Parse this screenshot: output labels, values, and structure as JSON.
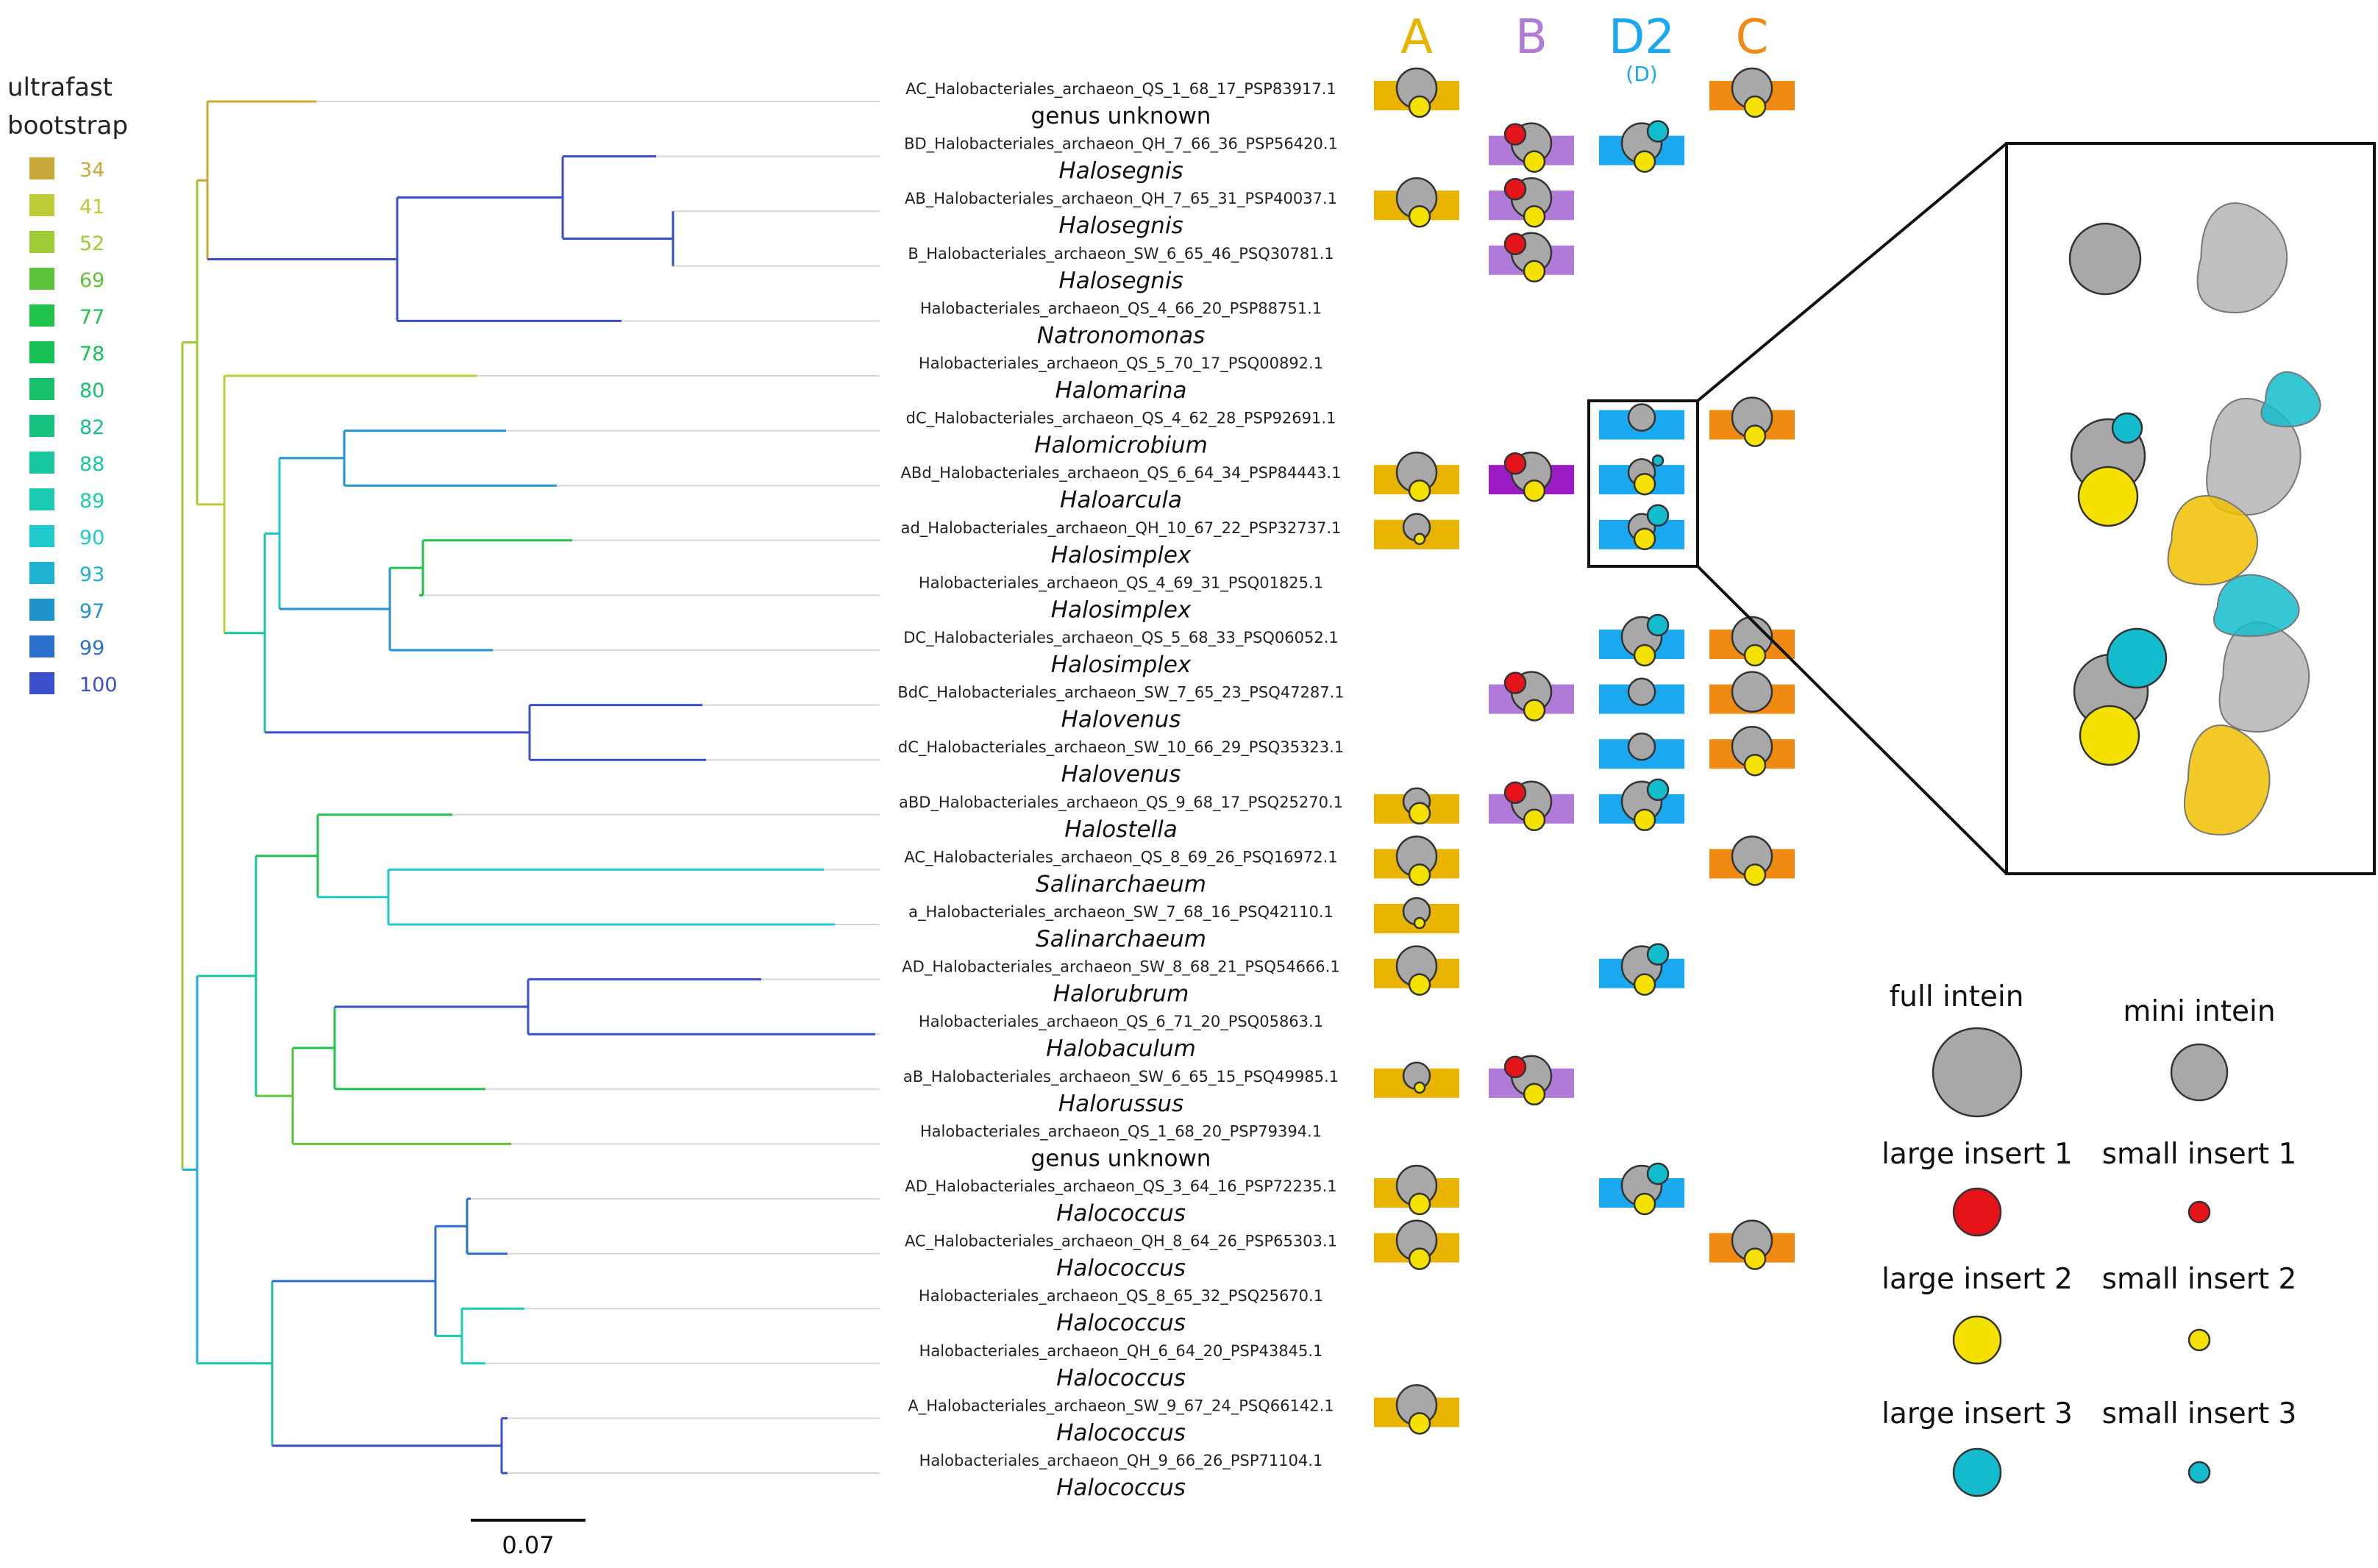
{
  "legend": {
    "title_line1": "ultrafast",
    "title_line2": "bootstrap",
    "items": [
      {
        "value": "34",
        "color": "#c9a93a"
      },
      {
        "value": "41",
        "color": "#bccb36"
      },
      {
        "value": "52",
        "color": "#9ccb36"
      },
      {
        "value": "69",
        "color": "#5cc43a"
      },
      {
        "value": "77",
        "color": "#1fc24a"
      },
      {
        "value": "78",
        "color": "#18c155"
      },
      {
        "value": "80",
        "color": "#17c16a"
      },
      {
        "value": "82",
        "color": "#17c281"
      },
      {
        "value": "88",
        "color": "#19c79f"
      },
      {
        "value": "89",
        "color": "#1bccb3"
      },
      {
        "value": "90",
        "color": "#1fc9cc"
      },
      {
        "value": "93",
        "color": "#1fb0d2"
      },
      {
        "value": "97",
        "color": "#2193cc"
      },
      {
        "value": "99",
        "color": "#2a6fcb"
      },
      {
        "value": "100",
        "color": "#3a4fcc"
      }
    ]
  },
  "columns": [
    {
      "key": "A",
      "label": "A",
      "color": "#e8b400"
    },
    {
      "key": "B",
      "label": "B",
      "color": "#b07ad8"
    },
    {
      "key": "D",
      "label": "D2",
      "sub": "(D)",
      "color": "#1aa8f0"
    },
    {
      "key": "C",
      "label": "C",
      "color": "#f08a12"
    }
  ],
  "taxa": [
    {
      "id": "AC_Halobacteriales_archaeon_QS_1_68_17_PSP83917.1",
      "genus": "genus unknown",
      "italic": false,
      "A": "full_y",
      "C": "full_y"
    },
    {
      "id": "BD_Halobacteriales_archaeon_QH_7_66_36_PSP56420.1",
      "genus": "Halosegnis",
      "italic": true,
      "B": "full_ry",
      "D": "full_yc"
    },
    {
      "id": "AB_Halobacteriales_archaeon_QH_7_65_31_PSP40037.1",
      "genus": "Halosegnis",
      "italic": true,
      "A": "full_y",
      "B": "full_ry"
    },
    {
      "id": "B_Halobacteriales_archaeon_SW_6_65_46_PSQ30781.1",
      "genus": "Halosegnis",
      "italic": true,
      "B": "full_ry"
    },
    {
      "id": "Halobacteriales_archaeon_QS_4_66_20_PSP88751.1",
      "genus": "Natronomonas",
      "italic": true
    },
    {
      "id": "Halobacteriales_archaeon_QS_5_70_17_PSQ00892.1",
      "genus": "Halomarina",
      "italic": true
    },
    {
      "id": "dC_Halobacteriales_archaeon_QS_4_62_28_PSP92691.1",
      "genus": "Halomicrobium",
      "italic": true,
      "D": "mini",
      "C": "full_y"
    },
    {
      "id": "ABd_Halobacteriales_archaeon_QS_6_64_34_PSP84443.1",
      "genus": "Haloarcula",
      "italic": true,
      "A": "full_y",
      "B": "full_ry_purple",
      "D": "mini_yc_small"
    },
    {
      "id": "ad_Halobacteriales_archaeon_QH_10_67_22_PSP32737.1",
      "genus": "Halosimplex",
      "italic": true,
      "A": "mini_y_small",
      "D": "mini_yc"
    },
    {
      "id": "Halobacteriales_archaeon_QS_4_69_31_PSQ01825.1",
      "genus": "Halosimplex",
      "italic": true
    },
    {
      "id": "DC_Halobacteriales_archaeon_QS_5_68_33_PSQ06052.1",
      "genus": "Halosimplex",
      "italic": true,
      "D": "full_yc",
      "C": "full_y"
    },
    {
      "id": "BdC_Halobacteriales_archaeon_SW_7_65_23_PSQ47287.1",
      "genus": "Halovenus",
      "italic": true,
      "B": "full_ry",
      "D": "mini",
      "C": "full"
    },
    {
      "id": "dC_Halobacteriales_archaeon_SW_10_66_29_PSQ35323.1",
      "genus": "Halovenus",
      "italic": true,
      "D": "mini",
      "C": "full_y"
    },
    {
      "id": "aBD_Halobacteriales_archaeon_QS_9_68_17_PSQ25270.1",
      "genus": "Halostella",
      "italic": true,
      "A": "mini_y",
      "B": "full_ry",
      "D": "full_yc"
    },
    {
      "id": "AC_Halobacteriales_archaeon_QS_8_69_26_PSQ16972.1",
      "genus": "Salinarchaeum",
      "italic": true,
      "A": "full_y",
      "C": "full_y"
    },
    {
      "id": "a_Halobacteriales_archaeon_SW_7_68_16_PSQ42110.1",
      "genus": "Salinarchaeum",
      "italic": true,
      "A": "mini_y_small"
    },
    {
      "id": "AD_Halobacteriales_archaeon_SW_8_68_21_PSQ54666.1",
      "genus": "Halorubrum",
      "italic": true,
      "A": "full_y",
      "D": "full_yc"
    },
    {
      "id": "Halobacteriales_archaeon_QS_6_71_20_PSQ05863.1",
      "genus": "Halobaculum",
      "italic": true
    },
    {
      "id": "aB_Halobacteriales_archaeon_SW_6_65_15_PSQ49985.1",
      "genus": "Halorussus",
      "italic": true,
      "A": "mini_y_small",
      "B": "full_ry"
    },
    {
      "id": "Halobacteriales_archaeon_QS_1_68_20_PSP79394.1",
      "genus": "genus unknown",
      "italic": false
    },
    {
      "id": "AD_Halobacteriales_archaeon_QS_3_64_16_PSP72235.1",
      "genus": "Halococcus",
      "italic": true,
      "A": "full_y",
      "D": "full_yc"
    },
    {
      "id": "AC_Halobacteriales_archaeon_QH_8_64_26_PSP65303.1",
      "genus": "Halococcus",
      "italic": true,
      "A": "full_y",
      "C": "full_y"
    },
    {
      "id": "Halobacteriales_archaeon_QS_8_65_32_PSQ25670.1",
      "genus": "Halococcus",
      "italic": true
    },
    {
      "id": "Halobacteriales_archaeon_QH_6_64_20_PSP43845.1",
      "genus": "Halococcus",
      "italic": true
    },
    {
      "id": "A_Halobacteriales_archaeon_SW_9_67_24_PSQ66142.1",
      "genus": "Halococcus",
      "italic": true,
      "A": "full_y"
    },
    {
      "id": "Halobacteriales_archaeon_QH_9_66_26_PSP71104.1",
      "genus": "Halococcus",
      "italic": true
    }
  ],
  "key": {
    "full_intein": "full intein",
    "mini_intein": "mini intein",
    "large_insert_1": "large insert 1",
    "small_insert_1": "small insert 1",
    "large_insert_2": "large insert 2",
    "small_insert_2": "small insert 2",
    "large_insert_3": "large insert 3",
    "small_insert_3": "small insert 3"
  },
  "colors": {
    "intein_gray": "#a8a8a8",
    "insert1_red": "#e5141b",
    "insert2_yellow": "#f5e100",
    "insert3_cyan": "#13bccc",
    "purple_dark": "#9b1cc4",
    "tip_line": "#d6d6d6"
  },
  "scale": {
    "label": "0.07"
  }
}
